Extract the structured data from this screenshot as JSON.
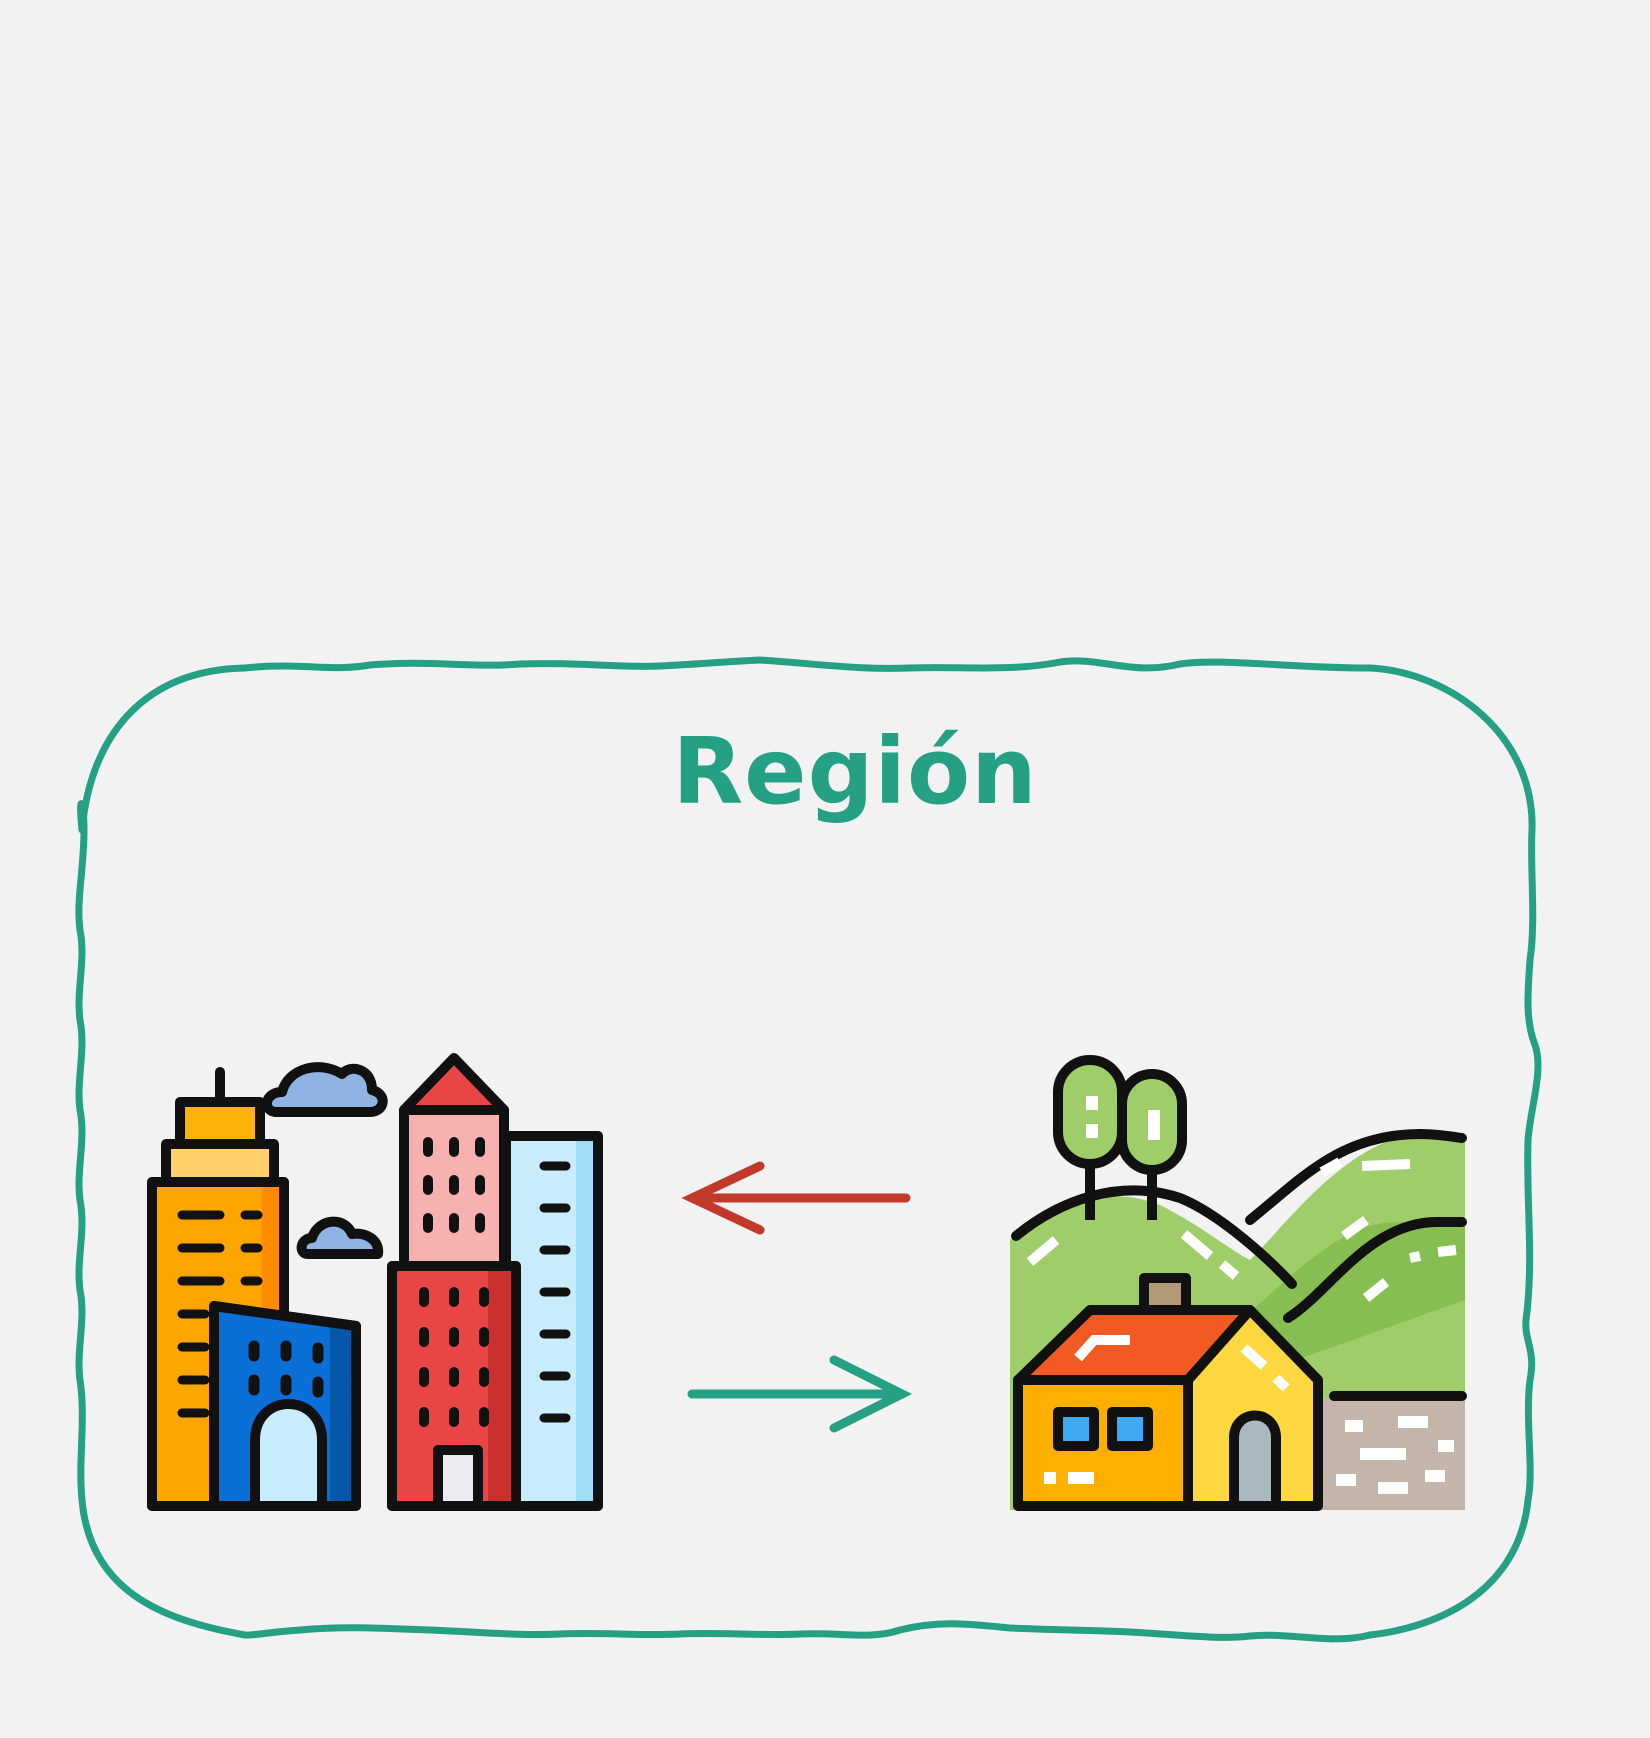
{
  "diagram": {
    "title": "Región",
    "colors": {
      "background": "#f2f2f2",
      "frame": "#26a085",
      "title": "#26a085",
      "arrow_to_city": "#c0392b",
      "arrow_to_countryside": "#26a085"
    },
    "nodes": [
      {
        "id": "city",
        "icon": "city-buildings-icon"
      },
      {
        "id": "countryside",
        "icon": "countryside-house-icon"
      }
    ],
    "edges": [
      {
        "from": "countryside",
        "to": "city",
        "color": "#c0392b"
      },
      {
        "from": "city",
        "to": "countryside",
        "color": "#26a085"
      }
    ]
  }
}
